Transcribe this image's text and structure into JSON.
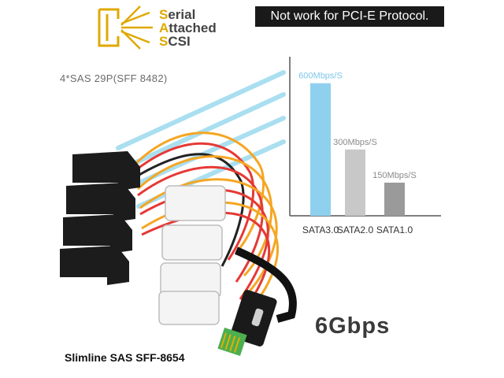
{
  "logo": {
    "line1_cap": "S",
    "line1_rest": "erial",
    "line2_cap": "A",
    "line2_rest": "ttached",
    "line3_cap": "S",
    "line3_rest": "CSI",
    "icon": "sas-logo-icon",
    "accent_color": "#e0a800"
  },
  "warning": {
    "text": "Not work for PCI-E Protocol."
  },
  "connector_label": "4*SAS 29P(SFF 8482)",
  "bottom_label": "Slimline SAS SFF-8654",
  "speed": "6Gbps",
  "chart_data": {
    "type": "bar",
    "categories": [
      "SATA3.0",
      "SATA2.0",
      "SATA1.0"
    ],
    "values": [
      600,
      300,
      150
    ],
    "value_labels": [
      "600Mbps/S",
      "300Mbps/S",
      "150Mbps/S"
    ],
    "colors": [
      "#8fd0ee",
      "#c8c8c8",
      "#9a9a9a"
    ],
    "ylim": [
      0,
      720
    ]
  }
}
